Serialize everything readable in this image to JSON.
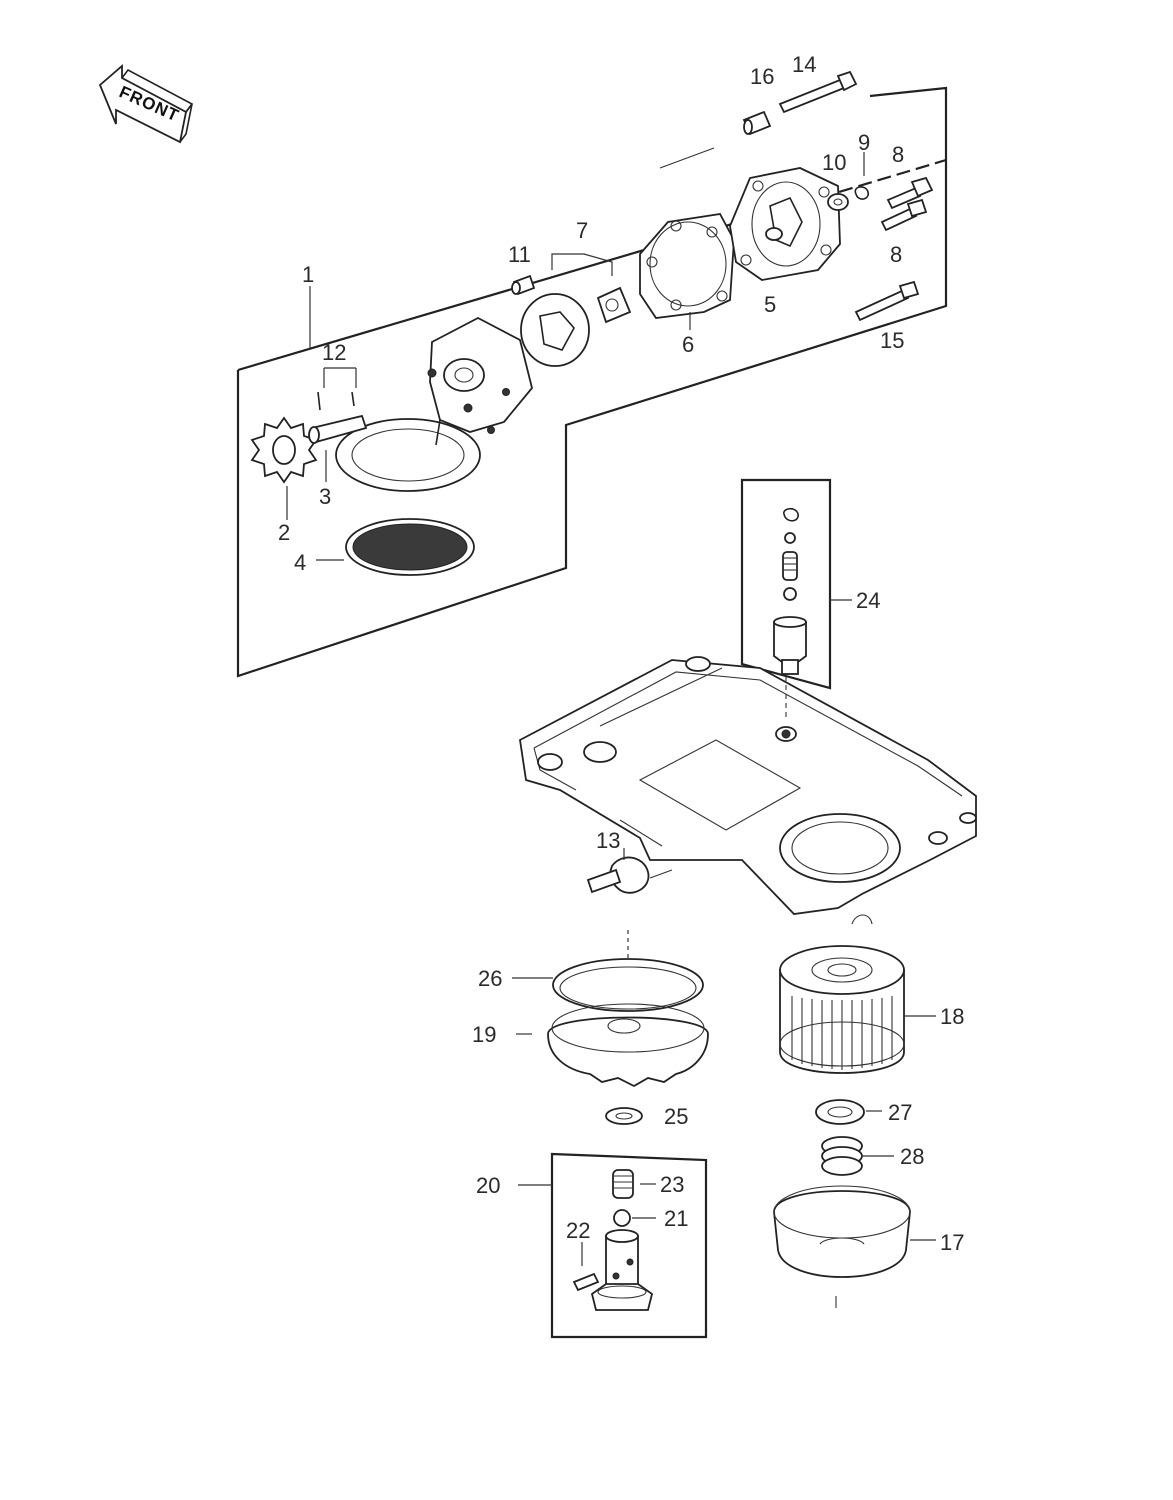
{
  "front_badge": {
    "label": "FRONT"
  },
  "callouts": [
    {
      "id": "c1",
      "text": "1"
    },
    {
      "id": "c2",
      "text": "2"
    },
    {
      "id": "c3",
      "text": "3"
    },
    {
      "id": "c4",
      "text": "4"
    },
    {
      "id": "c5",
      "text": "5"
    },
    {
      "id": "c6",
      "text": "6"
    },
    {
      "id": "c7",
      "text": "7"
    },
    {
      "id": "c8a",
      "text": "8"
    },
    {
      "id": "c8b",
      "text": "8"
    },
    {
      "id": "c9",
      "text": "9"
    },
    {
      "id": "c10",
      "text": "10"
    },
    {
      "id": "c11",
      "text": "11"
    },
    {
      "id": "c12",
      "text": "12"
    },
    {
      "id": "c13",
      "text": "13"
    },
    {
      "id": "c14",
      "text": "14"
    },
    {
      "id": "c15",
      "text": "15"
    },
    {
      "id": "c16",
      "text": "16"
    },
    {
      "id": "c17",
      "text": "17"
    },
    {
      "id": "c18",
      "text": "18"
    },
    {
      "id": "c19",
      "text": "19"
    },
    {
      "id": "c20",
      "text": "20"
    },
    {
      "id": "c21",
      "text": "21"
    },
    {
      "id": "c22",
      "text": "22"
    },
    {
      "id": "c23",
      "text": "23"
    },
    {
      "id": "c24",
      "text": "24"
    },
    {
      "id": "c25",
      "text": "25"
    },
    {
      "id": "c26",
      "text": "26"
    },
    {
      "id": "c27",
      "text": "27"
    },
    {
      "id": "c28",
      "text": "28"
    }
  ]
}
